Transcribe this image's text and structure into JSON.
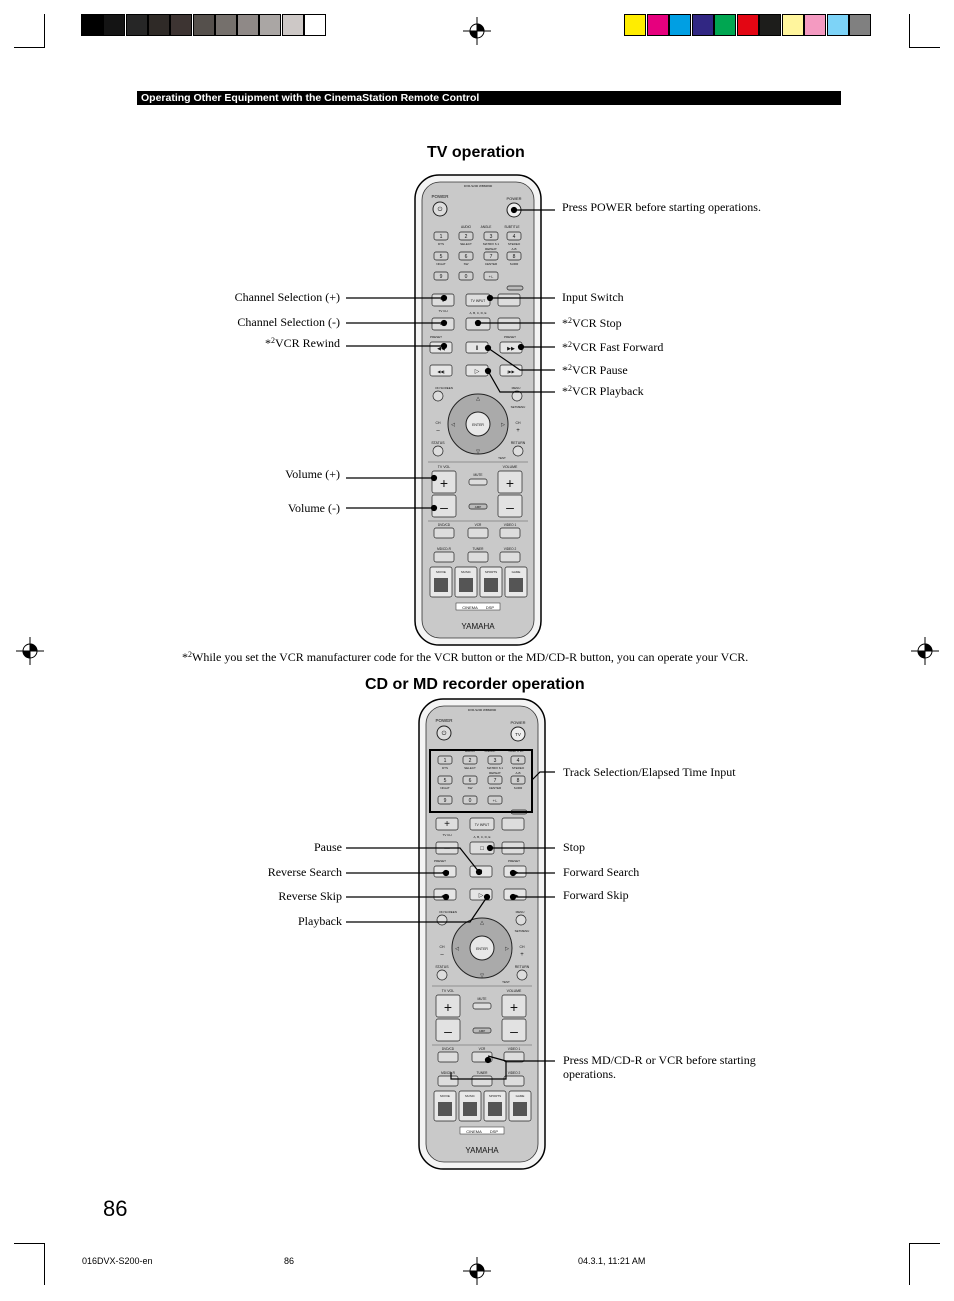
{
  "header": {
    "title": "Operating Other Equipment with the CinemaStation Remote Control"
  },
  "colors": {
    "grayscale": [
      "#000000",
      "#141414",
      "#262626",
      "#2f2a27",
      "#3d3432",
      "#55504c",
      "#75706c",
      "#8f8987",
      "#aaa6a4",
      "#cdc8c6",
      "#ffffff"
    ],
    "process": [
      "#ffed00",
      "#e6007e",
      "#009fe3",
      "#312783",
      "#00a651",
      "#e30613",
      "#1d1d1b",
      "#fff59d",
      "#f49ac1",
      "#7dd3f7",
      "#808080"
    ]
  },
  "tv_section": {
    "title": "TV operation",
    "labels_left": {
      "ch_plus": "Channel Selection (+)",
      "ch_minus": "Channel Selection (-)",
      "vcr_rewind": "VCR Rewind",
      "vol_plus": "Volume (+)",
      "vol_minus": "Volume (-)"
    },
    "labels_right": {
      "power": "Press POWER before starting operations.",
      "input": "Input Switch",
      "vcr_stop": "VCR Stop",
      "vcr_ff": "VCR Fast Forward",
      "vcr_pause": "VCR Pause",
      "vcr_play": "VCR Playback"
    },
    "note_marker": "*",
    "note_sup": "2",
    "note": "While you set the VCR manufacturer code for the VCR button or the MD/CD-R button, you can operate your VCR."
  },
  "cd_section": {
    "title": "CD or MD recorder operation",
    "labels_left": {
      "pause": "Pause",
      "rev_search": "Reverse Search",
      "rev_skip": "Reverse Skip",
      "playback": "Playback"
    },
    "labels_right": {
      "track": "Track Selection/Elapsed Time Input",
      "stop": "Stop",
      "fwd_search": "Forward Search",
      "fwd_skip": "Forward Skip",
      "press_md_1": "Press MD/CD-R or VCR before starting",
      "press_md_2": "operations."
    }
  },
  "remote": {
    "model": "DVR-S200 WB84800",
    "power": "POWER",
    "tv": "TV",
    "audio": "AUDIO",
    "angle": "ANGLE",
    "subtitle": "SUBTITLE",
    "dts": "DTS",
    "select": "SELECT",
    "matrix": "MATRIX 6.1",
    "stereo": "STEREO",
    "repeat": "REPEAT",
    "ab": "A-B",
    "night": "NIGHT",
    "sw": "SW",
    "center": "CENTER",
    "surr": "SURR",
    "tv_input": "TV INPUT",
    "tv_ch": "TV CH",
    "abcde": "A, B, C, D, E",
    "preset": "PRESET",
    "on_screen": "ON SCREEN",
    "menu": "MENU",
    "setmenu": "SETMENU",
    "enter": "ENTER",
    "ch": "CH",
    "status": "STATUS",
    "return": "RETURN",
    "test": "TEST",
    "tv_vol": "TV VOL",
    "volume": "VOLUME",
    "mute": "MUTE",
    "amp": "AMP",
    "dvd": "DVD/CD",
    "vcr": "VCR",
    "video1": "VIDEO 1",
    "mdcdr": "MD/CD-R",
    "tuner": "TUNER",
    "video2": "VIDEO 2",
    "movie": "MOVIE",
    "music": "MUSIC",
    "sports": "SPORTS",
    "game": "GAME",
    "cinema": "CINEMA",
    "dsp": "DSP",
    "brand": "YAMAHA",
    "digits": [
      "1",
      "2",
      "3",
      "4",
      "5",
      "6",
      "7",
      "8",
      "9",
      "0"
    ]
  },
  "page": {
    "number": "86"
  },
  "footer": {
    "file": "016DVX-S200-en",
    "page": "86",
    "date": "04.3.1, 11:21 AM"
  }
}
